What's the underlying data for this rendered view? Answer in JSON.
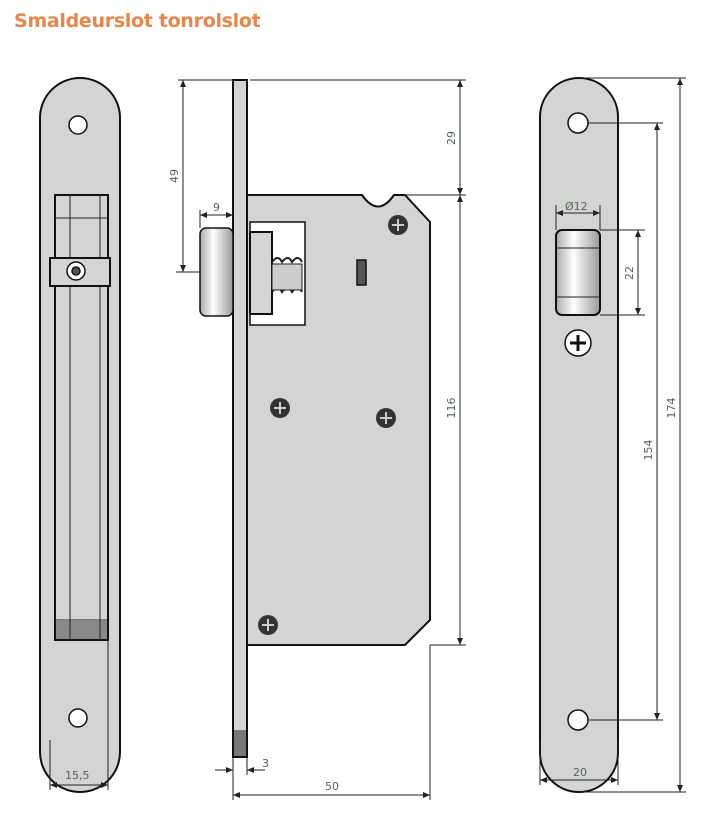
{
  "title": "Smaldeurslot tonrolslot",
  "colors": {
    "title": "#e8874a",
    "part_fill": "#d4d4d4",
    "dimension_text": "#556655"
  },
  "dimensions": {
    "forend_width": "15,5",
    "backset_height": "49",
    "latch_projection": "9",
    "top_offset": "29",
    "case_height": "116",
    "faceplate_thickness": "3",
    "case_depth": "50",
    "roller_diameter": "Ø12",
    "roller_height": "22",
    "hole_spacing": "154",
    "strike_height": "174",
    "strike_width": "20"
  }
}
